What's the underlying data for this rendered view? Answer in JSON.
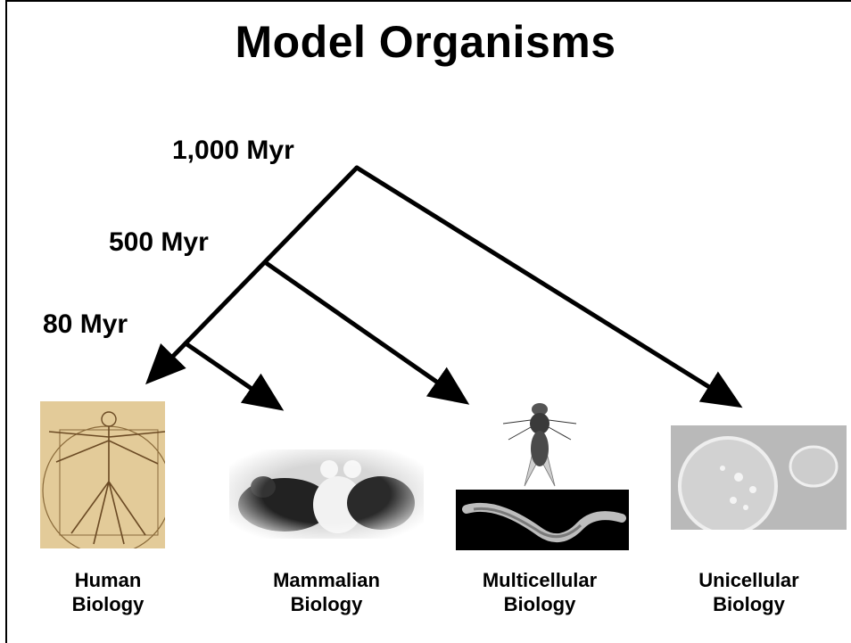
{
  "title": "Model Organisms",
  "nodes": {
    "root": "1,000 Myr",
    "mid": "500 Myr",
    "low": "80 Myr"
  },
  "organisms": [
    {
      "line1": "Human",
      "line2": "Biology",
      "icon": "vitruvian-man-image"
    },
    {
      "line1": "Mammalian",
      "line2": "Biology",
      "icon": "mice-image"
    },
    {
      "line1": "Multicellular",
      "line2": "Biology",
      "icon": "fly-and-worm-image"
    },
    {
      "line1": "Unicellular",
      "line2": "Biology",
      "icon": "yeast-cell-image"
    }
  ],
  "colors": {
    "ink": "#000000",
    "background": "#ffffff"
  }
}
